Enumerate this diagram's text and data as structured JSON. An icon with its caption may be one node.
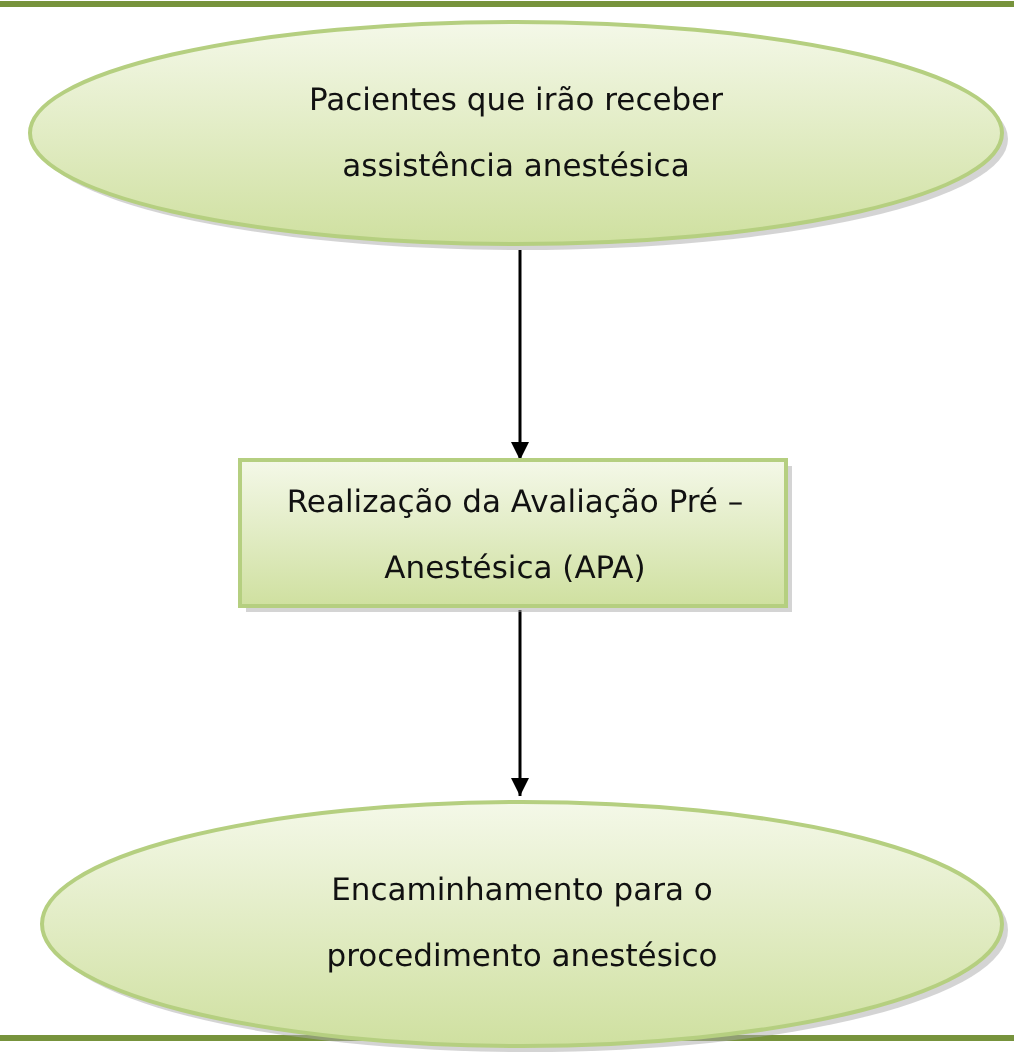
{
  "diagram": {
    "nodes": [
      {
        "text": [
          "Pacientes que irão receber assistência anestésica"
        ]
      },
      {
        "text": [
          "Realização da Avaliação Pré – Anestésica (APA)"
        ]
      },
      {
        "text": [
          "Encaminhamento para o procedimento anestésico"
        ]
      }
    ],
    "edges": [
      {
        "from": 0,
        "to": 1,
        "arrow": "to"
      },
      {
        "from": 1,
        "to": 2,
        "arrow": "to"
      }
    ]
  }
}
